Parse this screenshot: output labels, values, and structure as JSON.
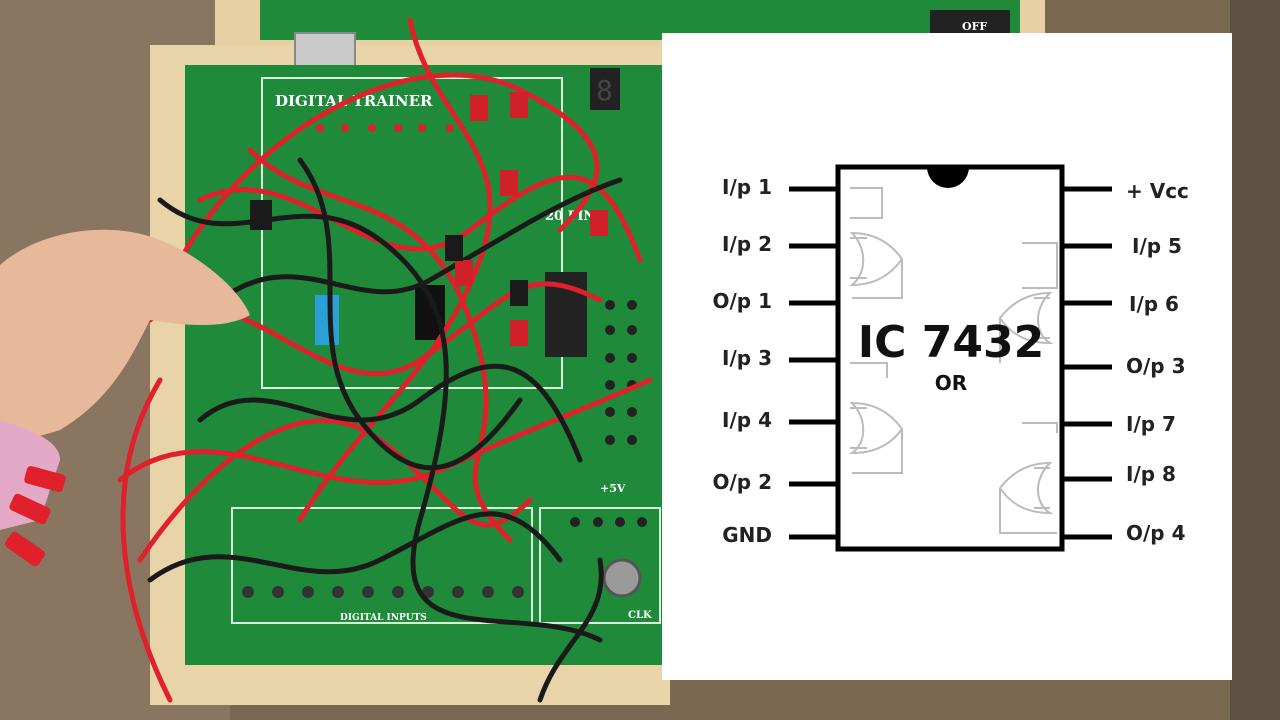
{
  "board": {
    "title": "DIGITAL TRAINER",
    "socket_label": "20 PIN",
    "voltage_label": "+5V",
    "clock_label": "CLK",
    "inputs_label": "DIGITAL INPUTS",
    "off_label": "OFF"
  },
  "chip": {
    "name": "IC 7432",
    "function": "OR",
    "left_pins": [
      "I/p 1",
      "I/p 2",
      "O/p 1",
      "I/p 3",
      "I/p 4",
      "O/p 2",
      "GND"
    ],
    "right_pins": [
      "+ Vcc",
      "I/p 5",
      "I/p 6",
      "O/p 3",
      "I/p 7",
      "I/p 8",
      "O/p 4"
    ]
  },
  "colors": {
    "board": "#1f8a3a",
    "wire_red": "#e0202a",
    "wire_black": "#1a1a1a",
    "wood": "#e9d3a8"
  }
}
